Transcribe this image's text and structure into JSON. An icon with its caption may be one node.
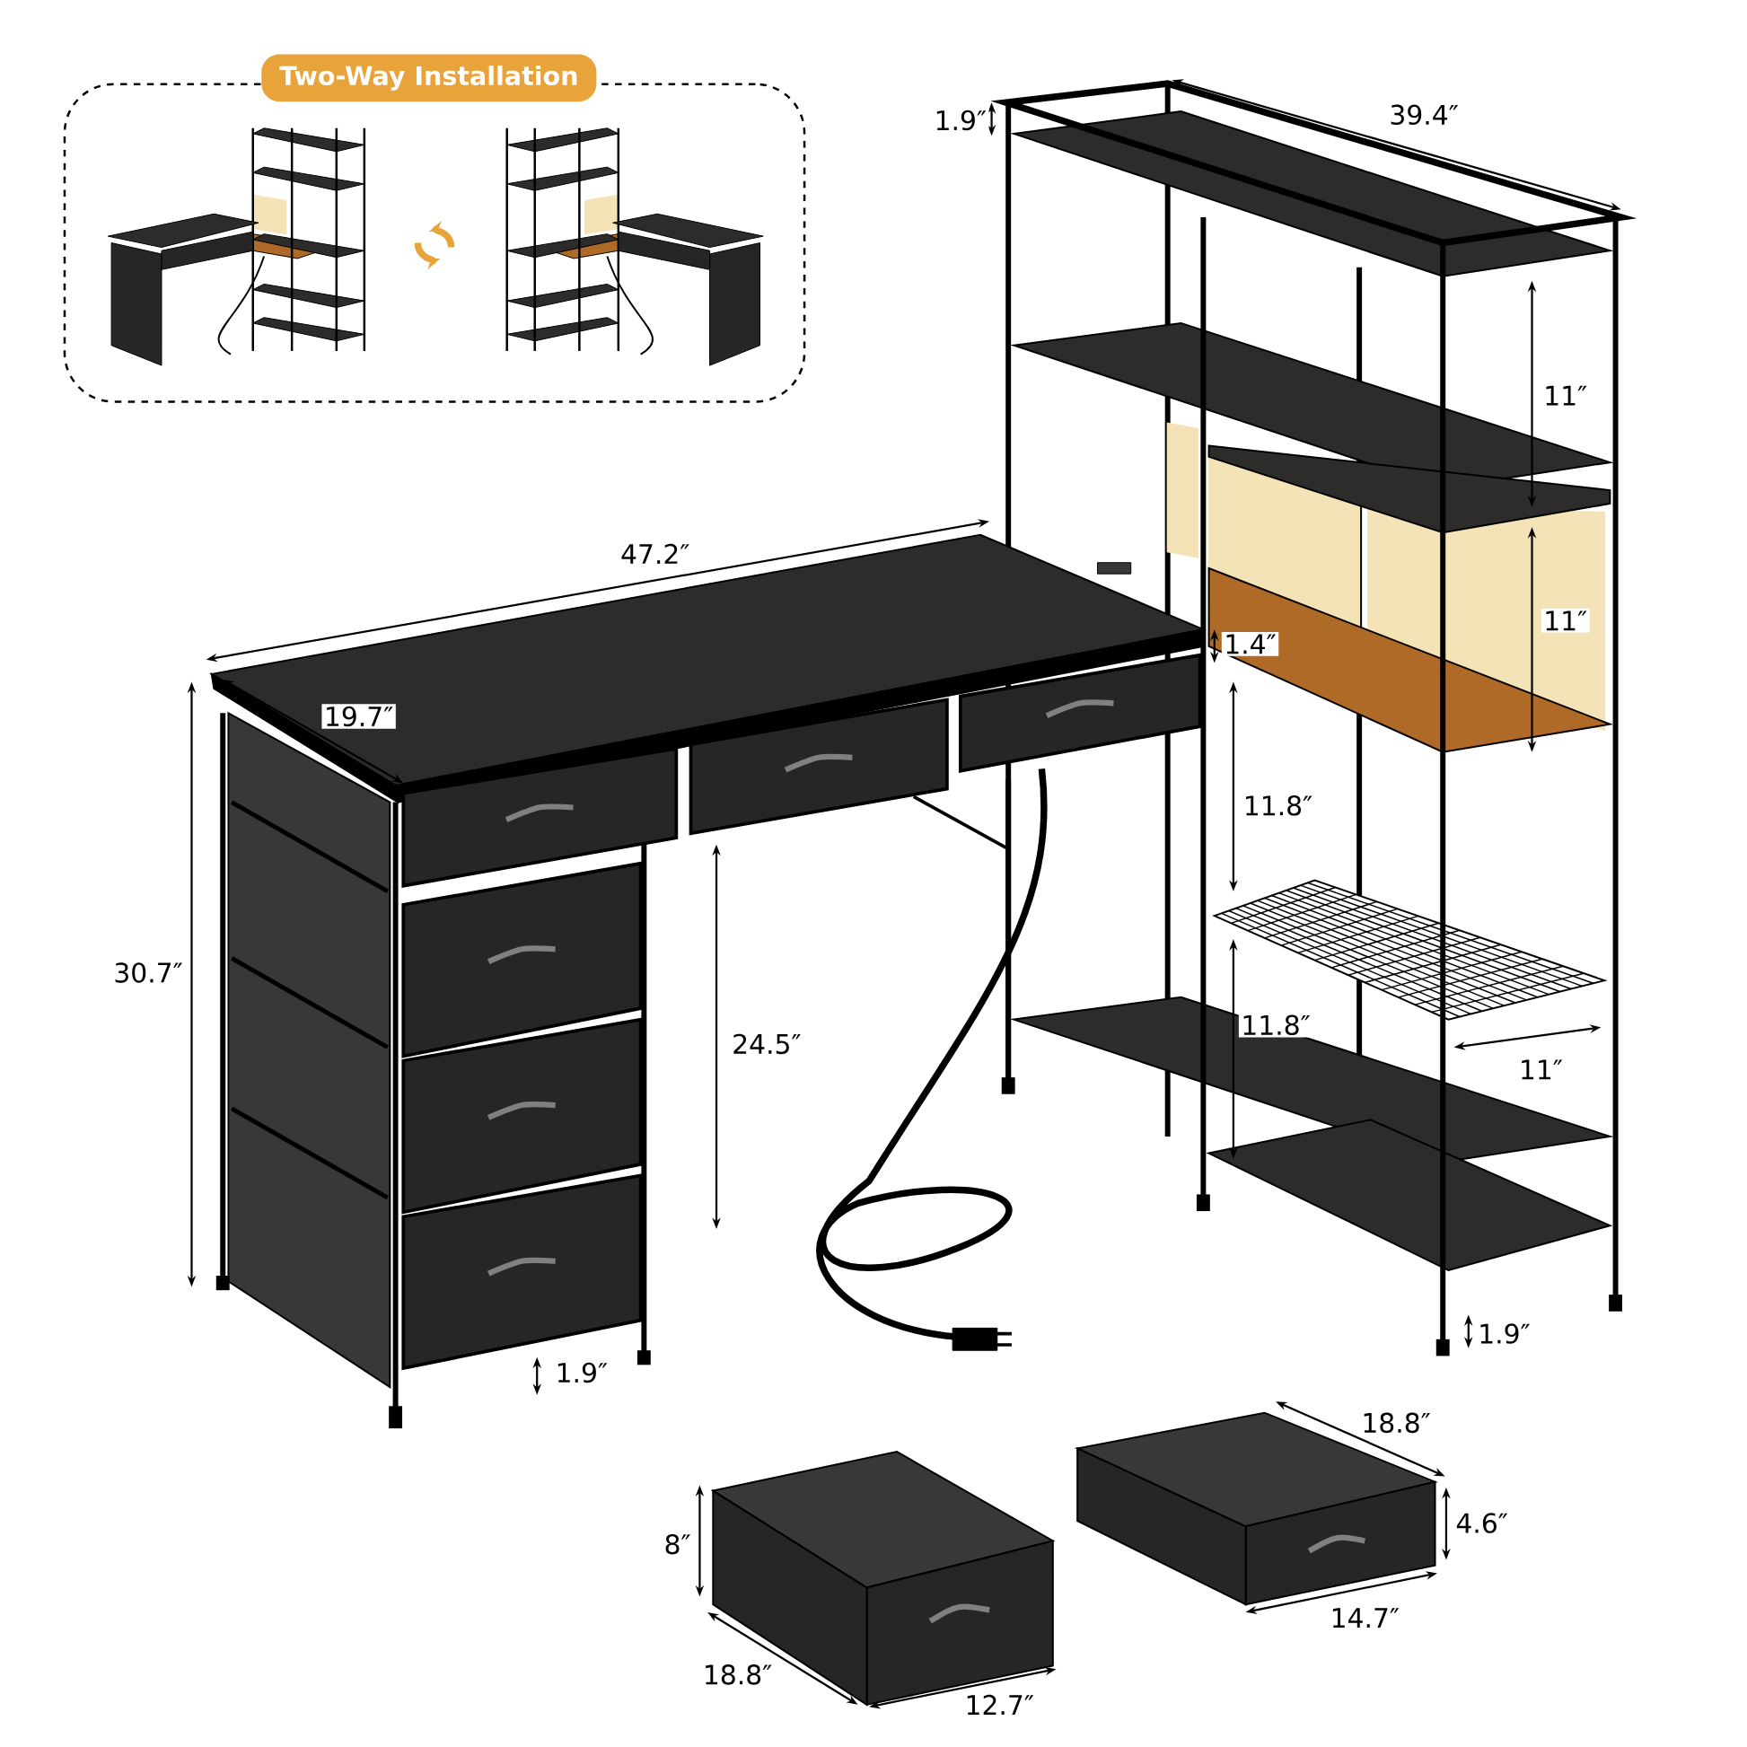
{
  "diagram": {
    "nodes": [
      {
        "text": [
          "Two-Way Installation"
        ]
      }
    ],
    "labels": [
      "1.9″",
      "39.4″",
      "11″",
      "47.2″",
      "11″",
      "1.4″",
      "19.7″",
      "11.8″",
      "30.7″",
      "24.5″",
      "11.8″",
      "11″",
      "1.9″",
      "1.9″",
      "18.8″",
      "4.6″",
      "8″",
      "14.7″",
      "18.8″",
      "12.7″"
    ]
  }
}
